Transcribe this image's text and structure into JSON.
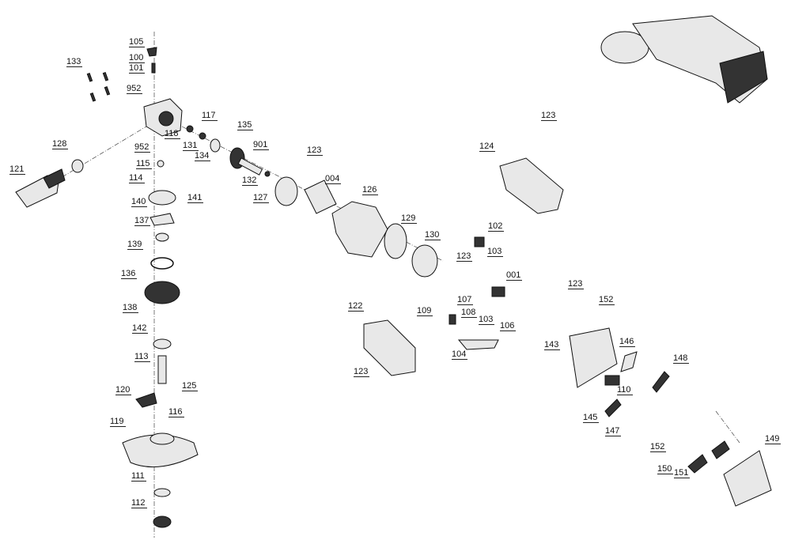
{
  "diagram": {
    "labels": [
      "105",
      "100",
      "101",
      "133",
      "952",
      "117",
      "135",
      "118",
      "131",
      "901",
      "123",
      "134",
      "128",
      "952",
      "115",
      "121",
      "132",
      "004",
      "114",
      "127",
      "126",
      "141",
      "140",
      "137",
      "129",
      "102",
      "130",
      "139",
      "103",
      "123",
      "136",
      "001",
      "123",
      "152",
      "107",
      "122",
      "138",
      "109",
      "108",
      "103",
      "142",
      "106",
      "143",
      "146",
      "104",
      "113",
      "148",
      "123",
      "125",
      "120",
      "110",
      "116",
      "145",
      "119",
      "147",
      "149",
      "152",
      "150",
      "151",
      "111",
      "112",
      "123",
      "124"
    ]
  }
}
